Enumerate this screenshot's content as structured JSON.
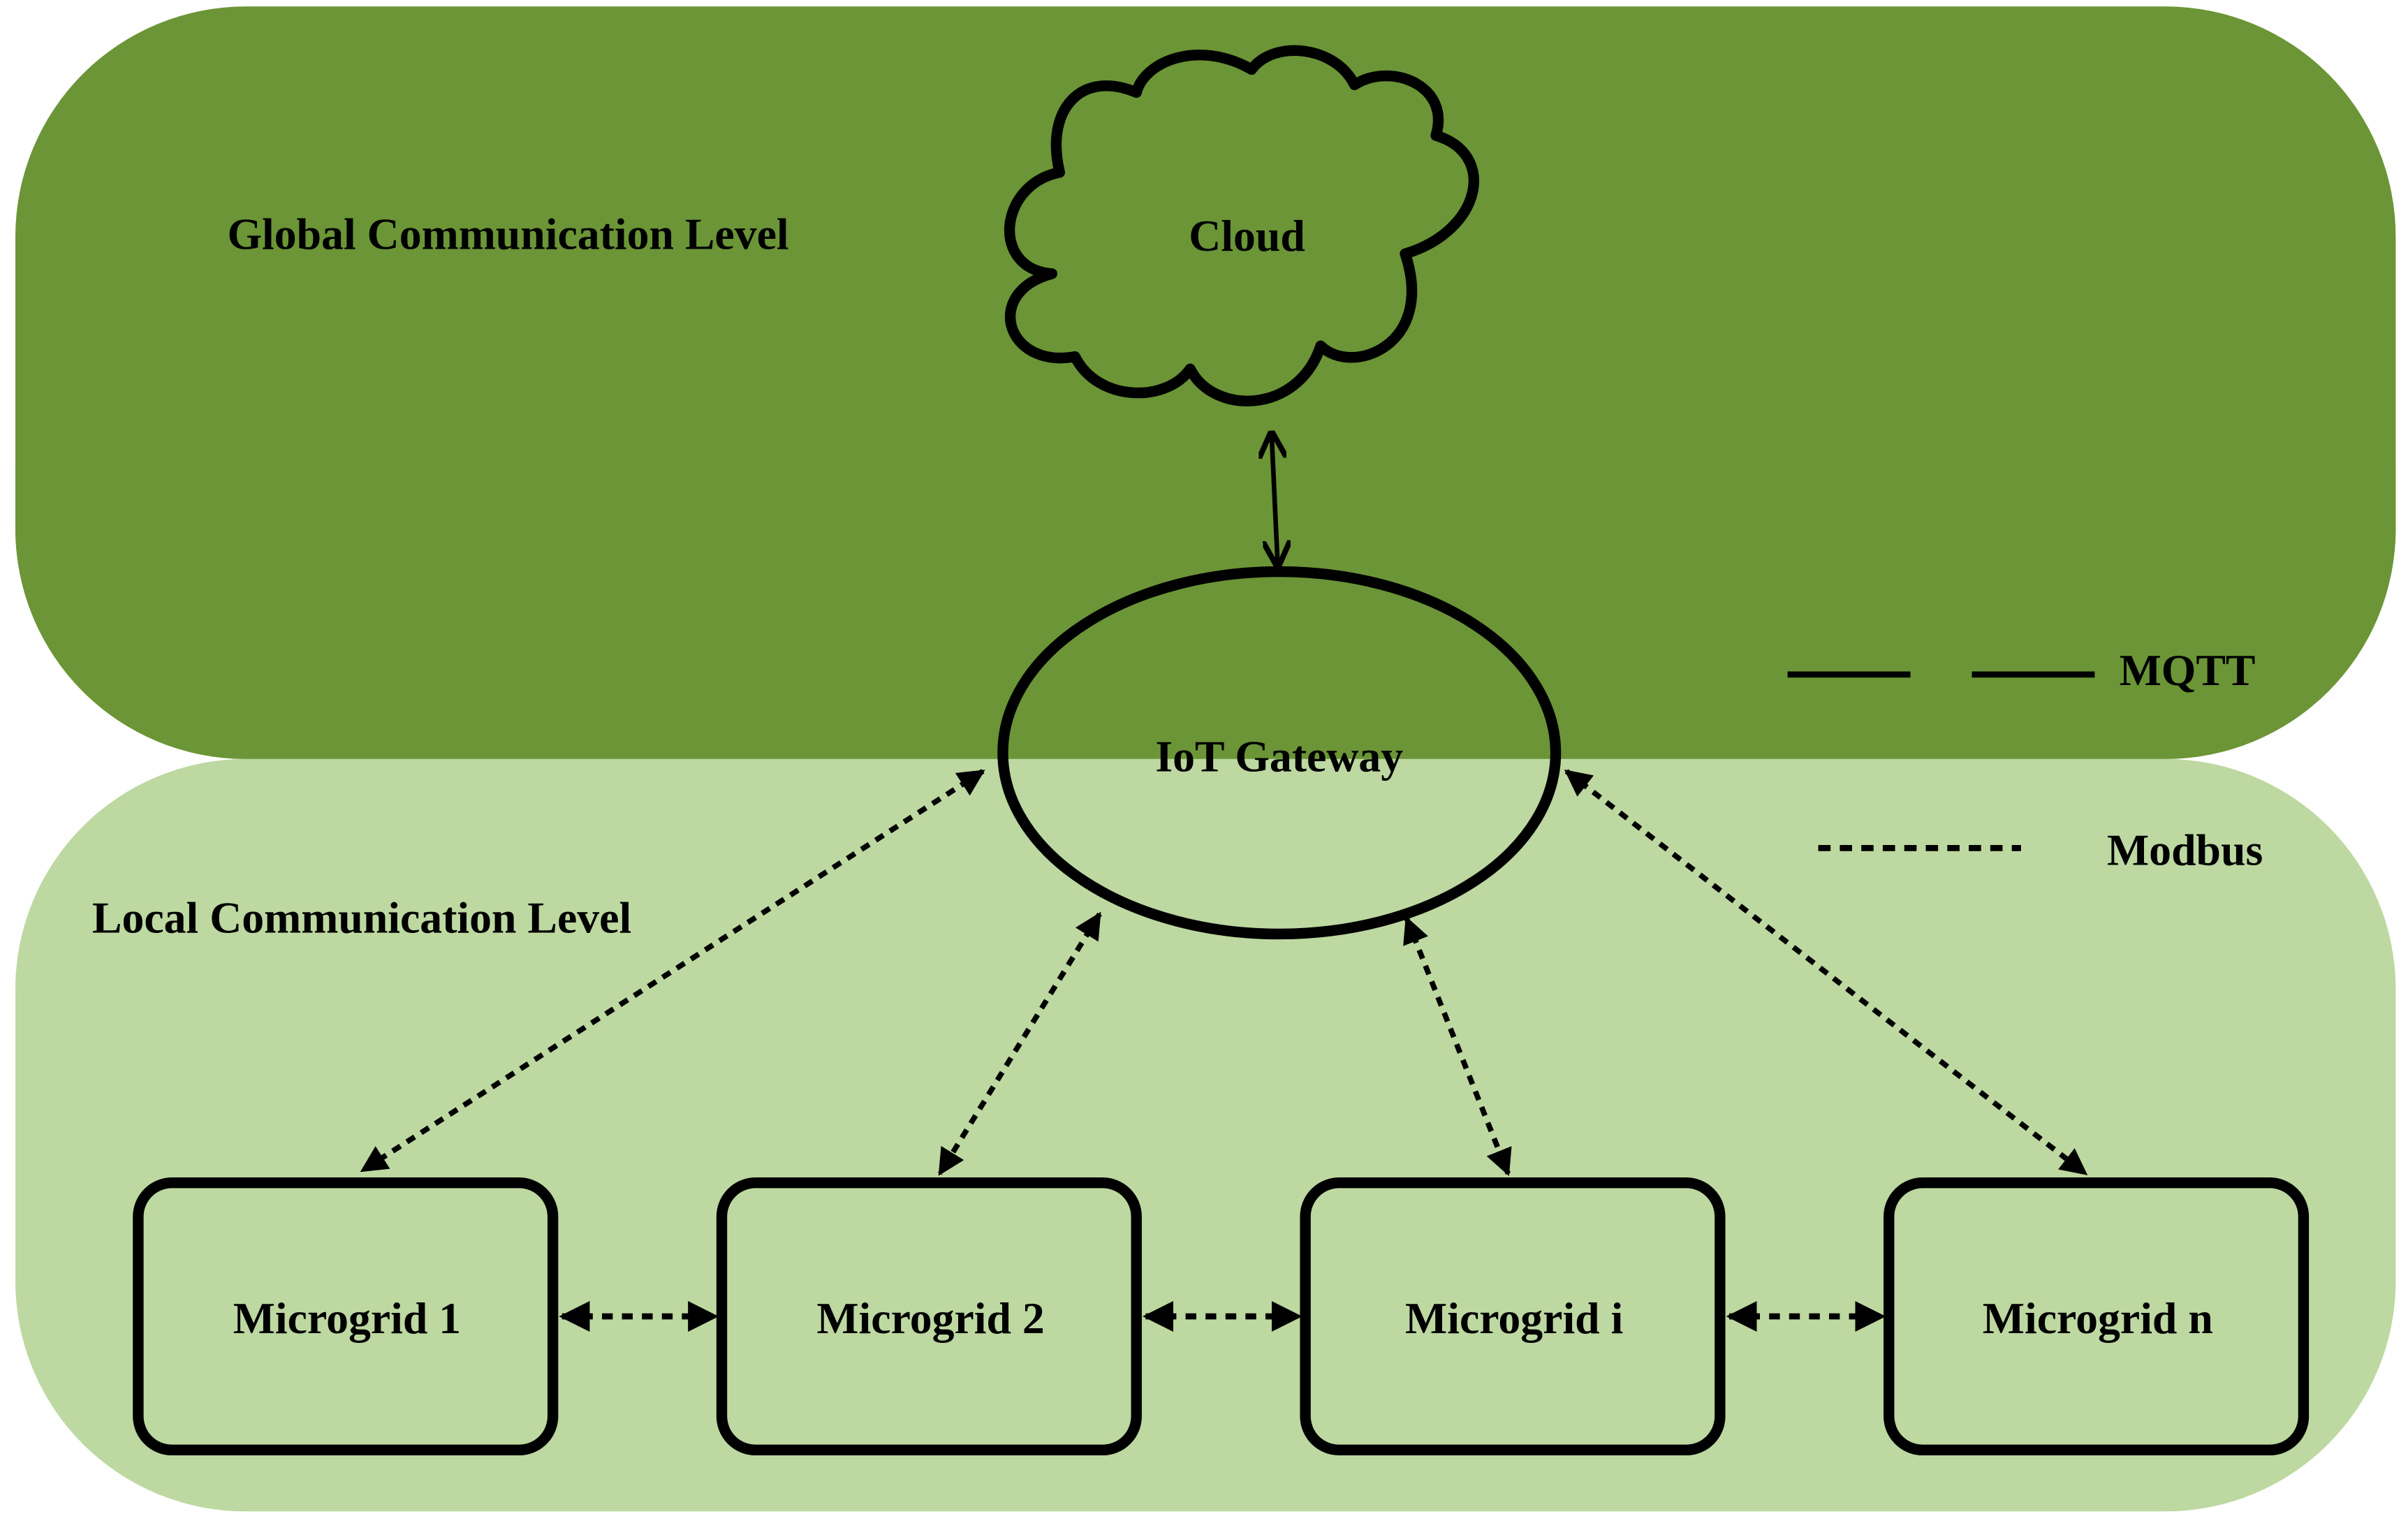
{
  "levels": {
    "global": {
      "label": "Global Communication Level",
      "color": "#6b9536"
    },
    "local": {
      "label": "Local Communication Level",
      "color": "#bdd8a1"
    }
  },
  "nodes": {
    "cloud": {
      "label": "Cloud",
      "icon": "cloud-icon"
    },
    "gateway": {
      "label": "IoT Gateway"
    },
    "microgrids": [
      {
        "label": "Microgrid 1"
      },
      {
        "label": "Microgrid 2"
      },
      {
        "label": "Microgrid i"
      },
      {
        "label": "Microgrid n"
      }
    ]
  },
  "legend": {
    "mqtt": {
      "label": "MQTT",
      "line_style": "solid"
    },
    "modbus": {
      "label": "Modbus",
      "line_style": "dashed"
    }
  },
  "connections": [
    {
      "from": "Cloud",
      "to": "IoT Gateway",
      "protocol": "MQTT"
    },
    {
      "from": "IoT Gateway",
      "to": "Microgrid 1",
      "protocol": "Modbus"
    },
    {
      "from": "IoT Gateway",
      "to": "Microgrid 2",
      "protocol": "Modbus"
    },
    {
      "from": "IoT Gateway",
      "to": "Microgrid i",
      "protocol": "Modbus"
    },
    {
      "from": "IoT Gateway",
      "to": "Microgrid n",
      "protocol": "Modbus"
    },
    {
      "from": "Microgrid 1",
      "to": "Microgrid 2",
      "protocol": "Modbus"
    },
    {
      "from": "Microgrid 2",
      "to": "Microgrid i",
      "protocol": "Modbus"
    },
    {
      "from": "Microgrid i",
      "to": "Microgrid n",
      "protocol": "Modbus"
    }
  ]
}
